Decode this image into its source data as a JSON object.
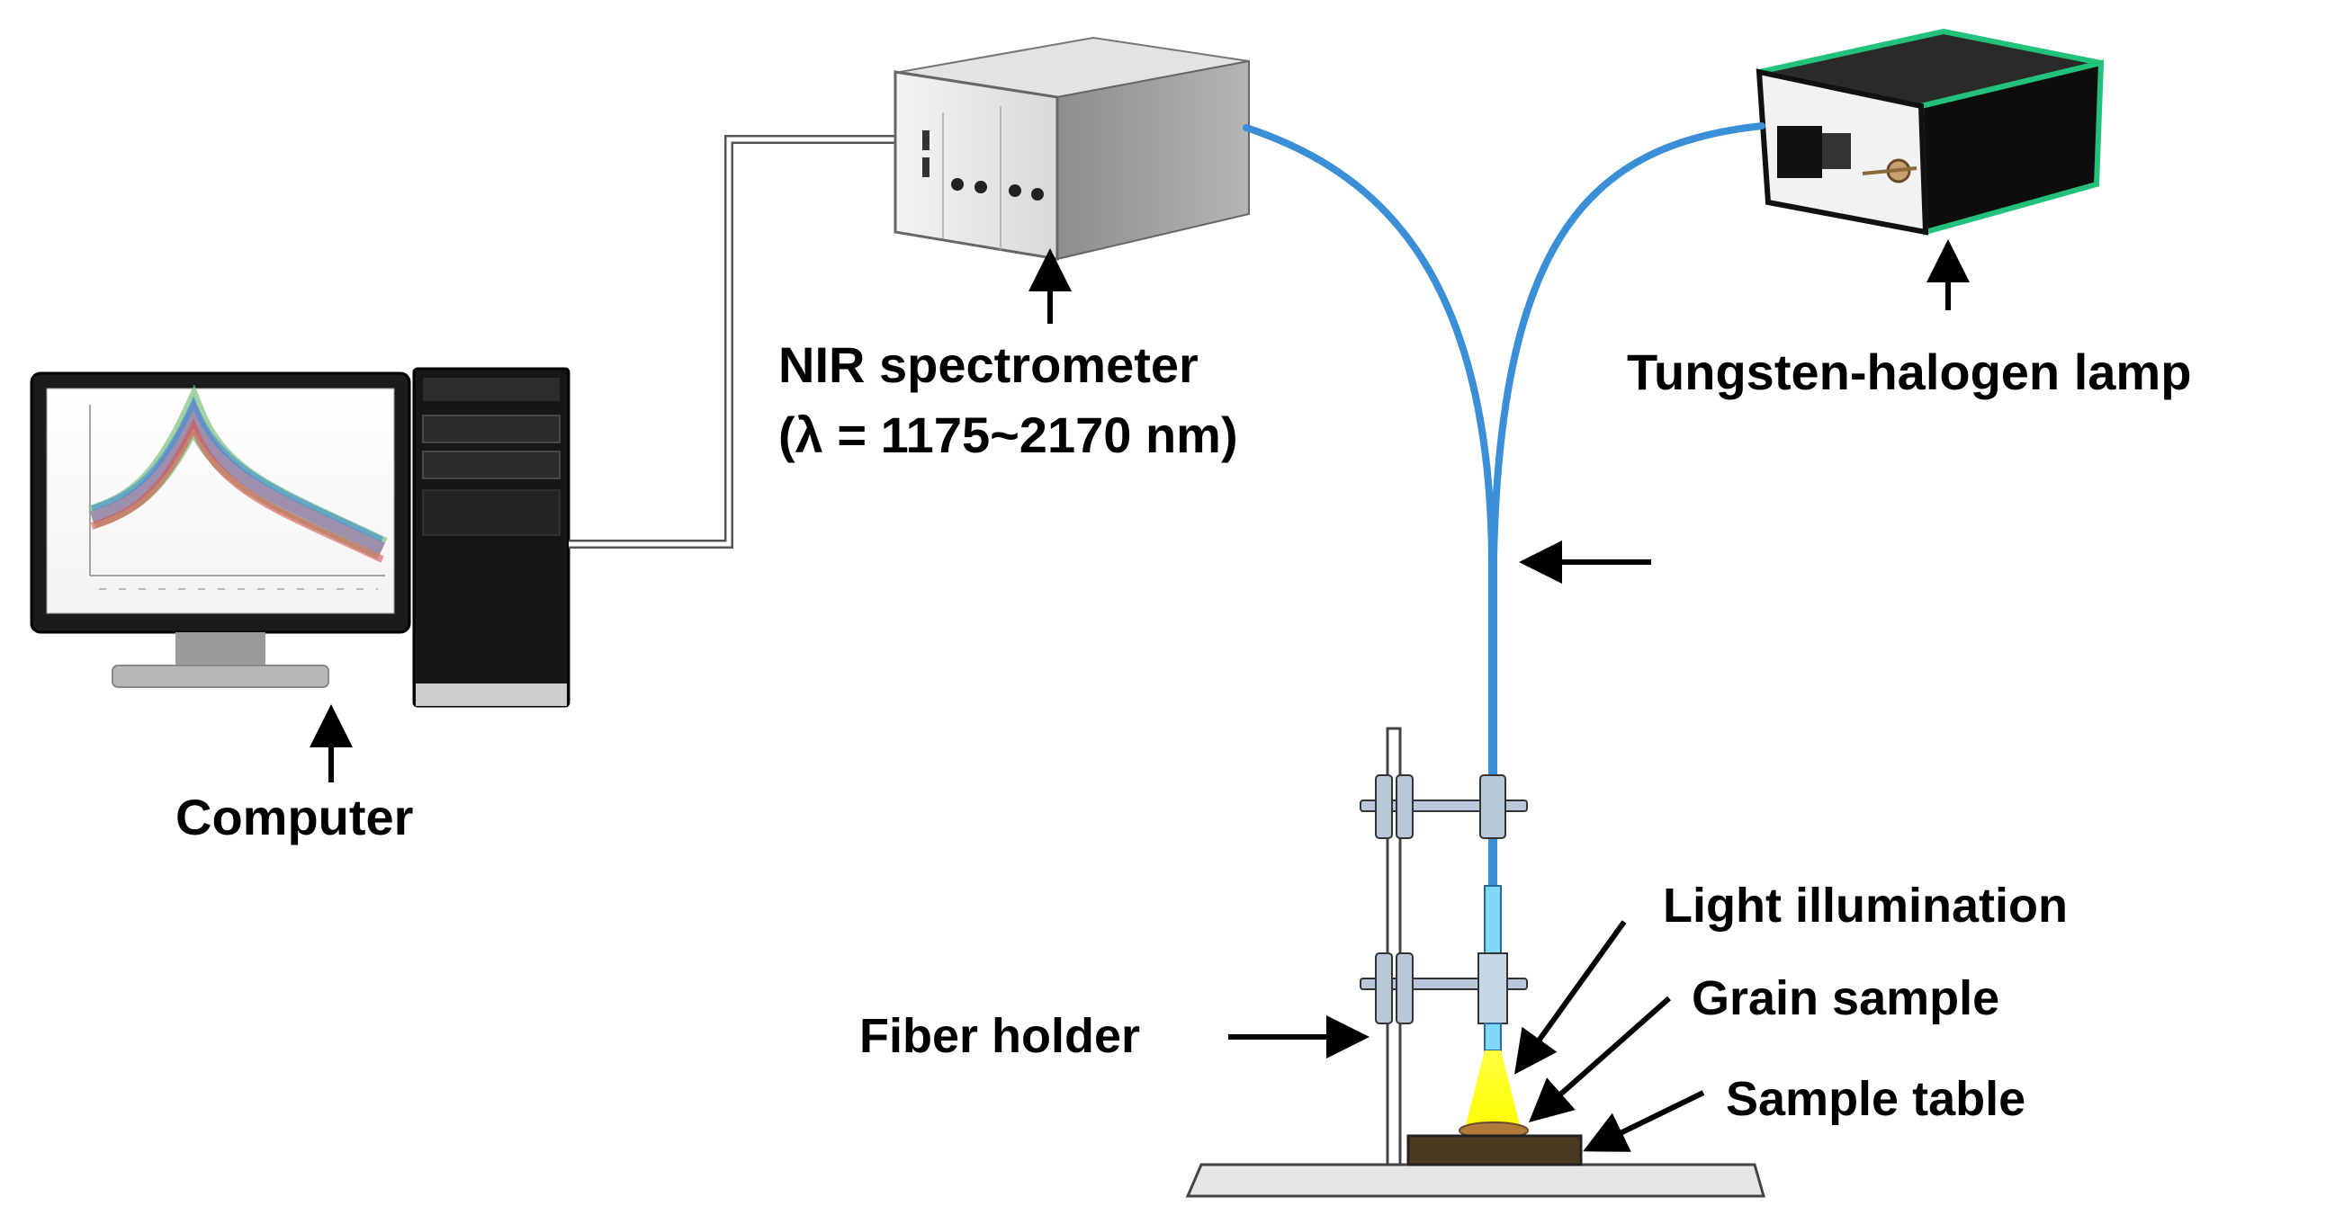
{
  "labels": {
    "spectrometer_line1": "NIR spectrometer",
    "spectrometer_line2": "(λ = 1175~2170 nm)",
    "lamp": "Tungsten-halogen lamp",
    "computer": "Computer",
    "light_illumination": "Light illumination",
    "grain_sample": "Grain sample",
    "sample_table": "Sample table",
    "fiber_holder": "Fiber holder"
  },
  "colors": {
    "fiber": "#3a8fd6",
    "light_cone": "#ffff00",
    "grain": "#b07a3b",
    "sample_table": "#4a3a22",
    "base_plate": "#e6e6e6",
    "clamp": "#b8c8d8",
    "probe_tip": "#7fd8f5",
    "lamp_trim": "#22c27a"
  }
}
